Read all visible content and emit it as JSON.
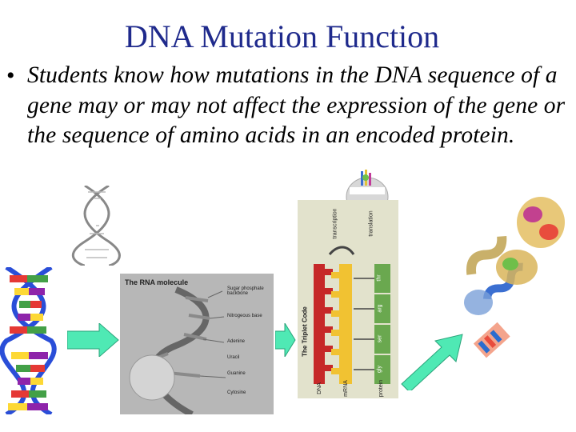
{
  "slide": {
    "title": "DNA Mutation Function",
    "bullet": "Students know how mutations in the DNA sequence of a gene may or may not affect the expression of the gene or the sequence of amino acids in an encoded protein."
  },
  "figures": {
    "rna_panel": {
      "heading": "The RNA molecule",
      "labels": [
        "Sugar phosphate backbone",
        "Nitrogeous base",
        "Adenine",
        "Uracil",
        "Guanine",
        "Cytosine"
      ]
    },
    "code_panel": {
      "side_title": "The Triplet Code",
      "top_labels": [
        "transcription",
        "translation"
      ],
      "bottom_labels": [
        "DNA",
        "mRNA",
        "protein"
      ],
      "amino_acids": [
        "thr",
        "arg",
        "ser",
        "gly"
      ]
    },
    "colors": {
      "title": "#1f2a8c",
      "arrow": "#4fe9b4"
    }
  }
}
